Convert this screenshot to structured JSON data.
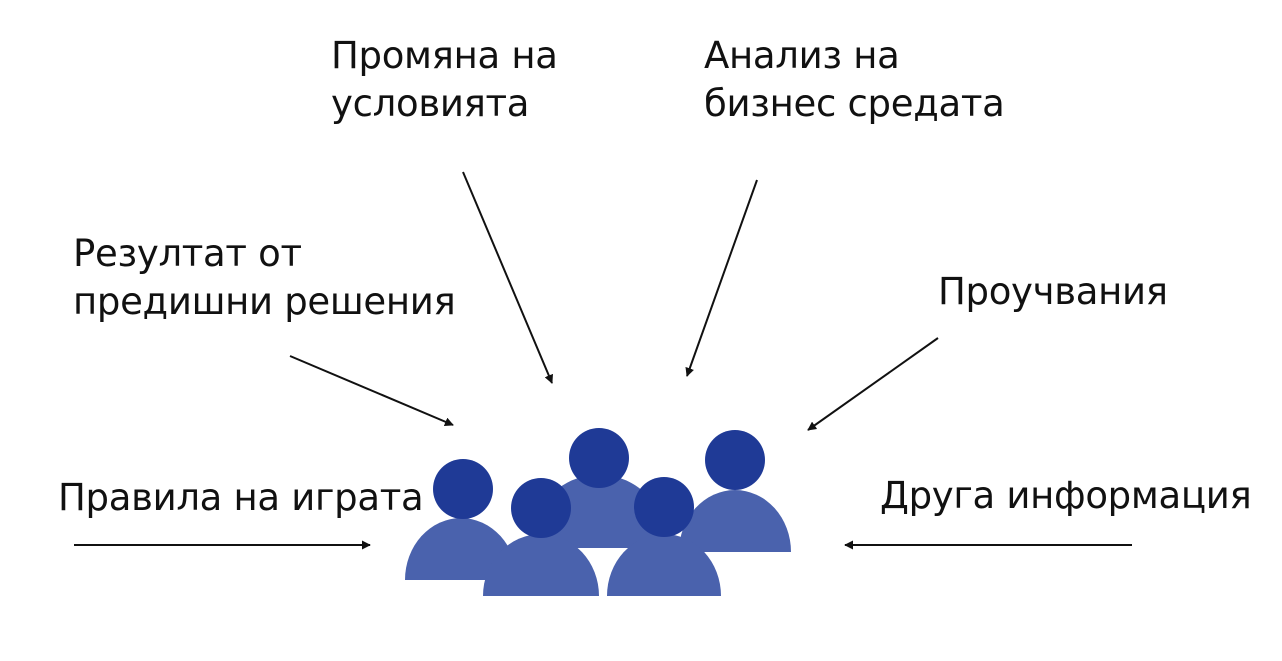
{
  "labels": {
    "change_conditions": {
      "line1": "Промяна на",
      "line2": "условията"
    },
    "business_analysis": {
      "line1": "Анализ на",
      "line2": "бизнес средата"
    },
    "previous_results": {
      "line1": "Резултат от",
      "line2": "предишни решения"
    },
    "lessons": {
      "line1": "Проучвания"
    },
    "game_rules": {
      "line1": "Правила на играта"
    },
    "other_info": {
      "line1": "Друга информация"
    }
  },
  "icons": {
    "group": "people-group-icon"
  },
  "colors": {
    "head": "#1f3a96",
    "body": "#4a62ad",
    "arrow": "#111111",
    "text": "#111111"
  }
}
